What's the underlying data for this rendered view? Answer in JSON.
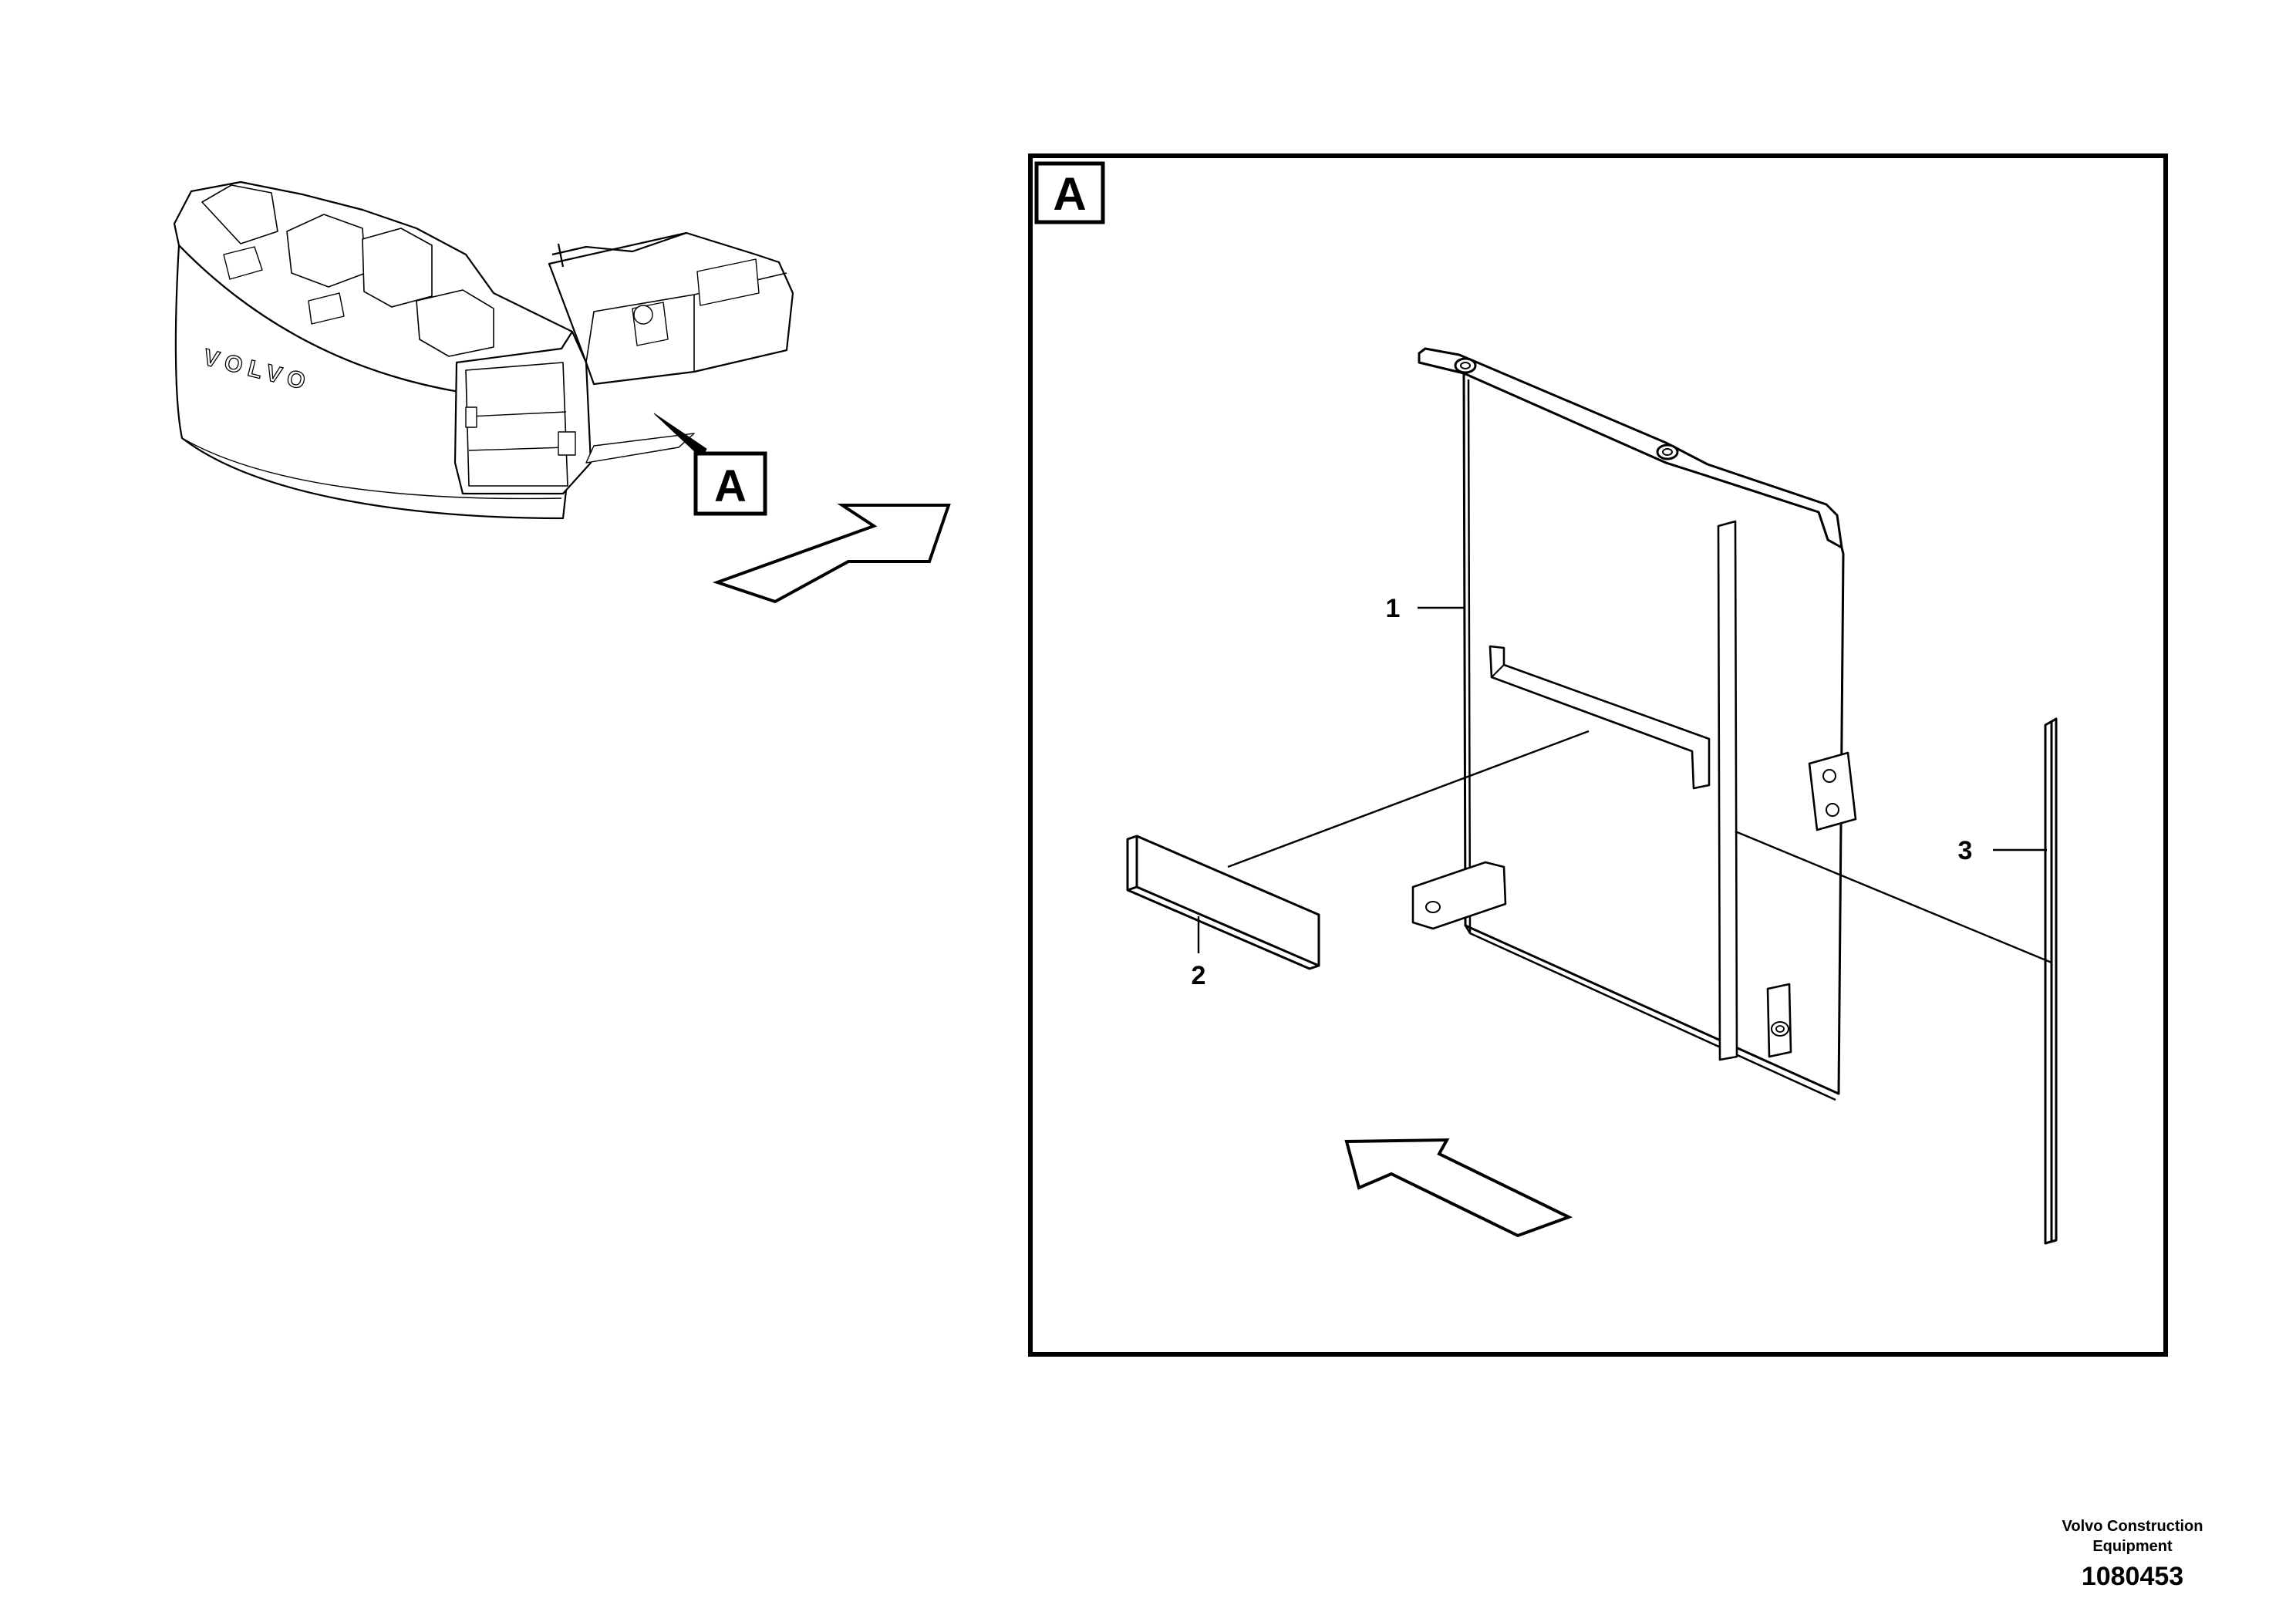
{
  "overview": {
    "view_label": "A",
    "brand_text": "VOLVO"
  },
  "detail": {
    "view_label": "A",
    "callouts": [
      {
        "id": "1",
        "text": "1"
      },
      {
        "id": "2",
        "text": "2"
      },
      {
        "id": "3",
        "text": "3"
      }
    ]
  },
  "footer": {
    "company_line1": "Volvo Construction",
    "company_line2": "Equipment",
    "drawing_number": "1080453"
  }
}
